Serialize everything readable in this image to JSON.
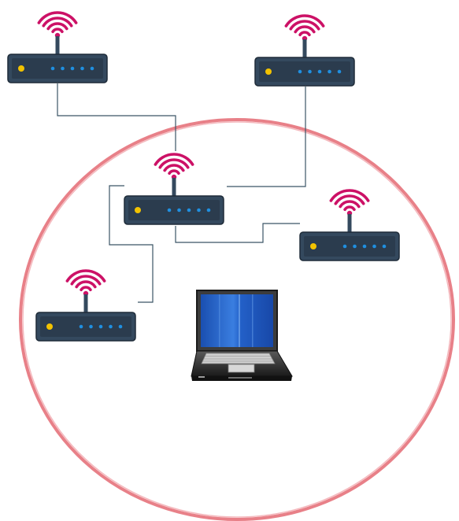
{
  "diagram": {
    "colors": {
      "coverage_ring": "#e88088",
      "coverage_ring_inner": "#f4b8bd",
      "link": "#3b5566",
      "router_body": "#34495e",
      "router_border": "#1e2b38",
      "router_panel": "#2b3c4e",
      "power_led": "#f2c200",
      "status_led": "#1f8fe0",
      "wifi_signal": "#cc1166",
      "antenna": "#34495e",
      "laptop_screen": "#1d5fc4",
      "laptop_body": "#2a2a2a"
    },
    "routers": [
      {
        "id": "router-top-left",
        "status_leds": 5
      },
      {
        "id": "router-top-right",
        "status_leds": 5
      },
      {
        "id": "router-center",
        "status_leds": 5
      },
      {
        "id": "router-right",
        "status_leds": 5
      },
      {
        "id": "router-left",
        "status_leds": 5
      }
    ],
    "links": [
      {
        "from": "router-top-left",
        "to": "router-center"
      },
      {
        "from": "router-top-right",
        "to": "router-center"
      },
      {
        "from": "router-center",
        "to": "router-right"
      },
      {
        "from": "router-center",
        "to": "router-left"
      }
    ],
    "client": {
      "icon": "laptop-icon"
    },
    "coverage": {
      "icon": "coverage-circle"
    }
  }
}
